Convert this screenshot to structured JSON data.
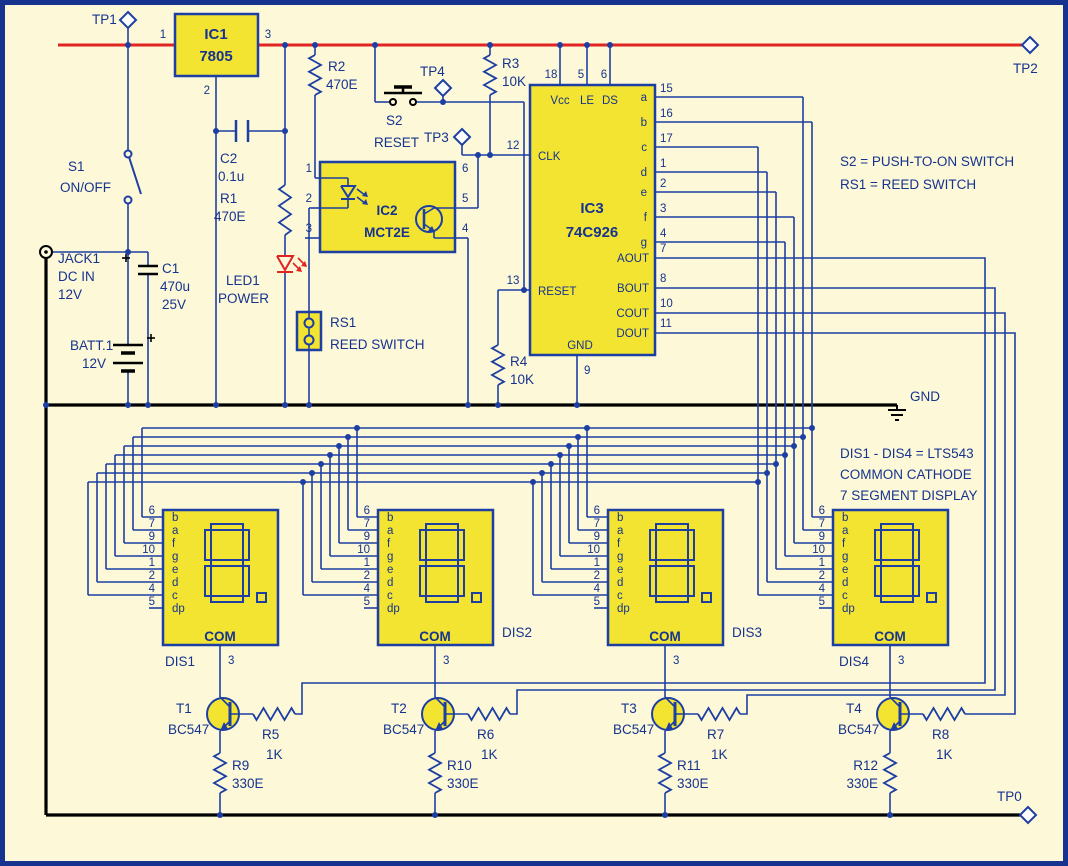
{
  "colors": {
    "wire_blue": "#1d3fa3",
    "power_rail_red": "#e02421",
    "ground_black": "#000000",
    "component_yellow": "#f2e431",
    "background": "#fcf8d8"
  },
  "test_points": {
    "tp1": "TP1",
    "tp2": "TP2",
    "tp3": "TP3",
    "tp4": "TP4",
    "tp0": "TP0"
  },
  "ground_label": "GND",
  "components": {
    "ic1": {
      "ref": "IC1",
      "part": "7805",
      "pin_in": "1",
      "pin_gnd": "2",
      "pin_out": "3"
    },
    "s1": {
      "ref": "S1",
      "label": "ON/OFF"
    },
    "jack1": {
      "ref": "JACK1",
      "line2": "DC IN",
      "line3": "12V"
    },
    "c1": {
      "ref": "C1",
      "value": "470u",
      "rating": "25V"
    },
    "batt1": {
      "ref": "BATT.1",
      "value": "12V"
    },
    "c2": {
      "ref": "C2",
      "value": "0.1u"
    },
    "r1": {
      "ref": "R1",
      "value": "470E"
    },
    "led1": {
      "ref": "LED1",
      "label": "POWER"
    },
    "r2": {
      "ref": "R2",
      "value": "470E"
    },
    "s2": {
      "ref": "S2",
      "label": "RESET"
    },
    "r3": {
      "ref": "R3",
      "value": "10K"
    },
    "r4": {
      "ref": "R4",
      "value": "10K"
    },
    "rs1": {
      "ref": "RS1",
      "label": "REED SWITCH"
    },
    "ic2": {
      "ref": "IC2",
      "part": "MCT2E",
      "pins_left": [
        "1",
        "2",
        "3"
      ],
      "pins_right": [
        "6",
        "5",
        "4"
      ]
    },
    "ic3": {
      "ref": "IC3",
      "part": "74C926",
      "top_pins": [
        {
          "name": "Vcc",
          "num": "18"
        },
        {
          "name": "LE",
          "num": "5"
        },
        {
          "name": "DS",
          "num": "6"
        }
      ],
      "clk": {
        "name": "CLK",
        "num": "12"
      },
      "reset": {
        "name": "RESET",
        "num": "13"
      },
      "gnd": {
        "name": "GND",
        "num": "9"
      },
      "seg_pins": [
        {
          "name": "a",
          "num": "15"
        },
        {
          "name": "b",
          "num": "16"
        },
        {
          "name": "c",
          "num": "17"
        },
        {
          "name": "d",
          "num": "1"
        },
        {
          "name": "e",
          "num": "2"
        },
        {
          "name": "f",
          "num": "3"
        },
        {
          "name": "g",
          "num": "4"
        }
      ],
      "digit_pins": [
        {
          "name": "AOUT",
          "num": "7"
        },
        {
          "name": "BOUT",
          "num": "8"
        },
        {
          "name": "COUT",
          "num": "10"
        },
        {
          "name": "DOUT",
          "num": "11"
        }
      ]
    }
  },
  "notes": {
    "switch": [
      "S2 = PUSH-TO-ON SWITCH",
      "RS1 = REED SWITCH"
    ],
    "display": [
      "DIS1 - DIS4 = LTS543",
      "COMMON CATHODE",
      "7 SEGMENT DISPLAY"
    ]
  },
  "displays": {
    "pin_letters": [
      "b",
      "a",
      "f",
      "g",
      "e",
      "d",
      "c",
      "dp"
    ],
    "pin_numbers": [
      "6",
      "7",
      "9",
      "10",
      "1",
      "2",
      "4",
      "5"
    ],
    "com_label": "COM",
    "com_pin": "3",
    "units": [
      {
        "ref": "DIS1"
      },
      {
        "ref": "DIS2"
      },
      {
        "ref": "DIS3"
      },
      {
        "ref": "DIS4"
      }
    ]
  },
  "drivers": {
    "units": [
      {
        "t": "T1",
        "part": "BC547",
        "rb": "R5",
        "rb_val": "1K",
        "re": "R9",
        "re_val": "330E"
      },
      {
        "t": "T2",
        "part": "BC547",
        "rb": "R6",
        "rb_val": "1K",
        "re": "R10",
        "re_val": "330E"
      },
      {
        "t": "T3",
        "part": "BC547",
        "rb": "R7",
        "rb_val": "1K",
        "re": "R11",
        "re_val": "330E"
      },
      {
        "t": "T4",
        "part": "BC547",
        "rb": "R8",
        "rb_val": "1K",
        "re": "R12",
        "re_val": "330E"
      }
    ]
  }
}
